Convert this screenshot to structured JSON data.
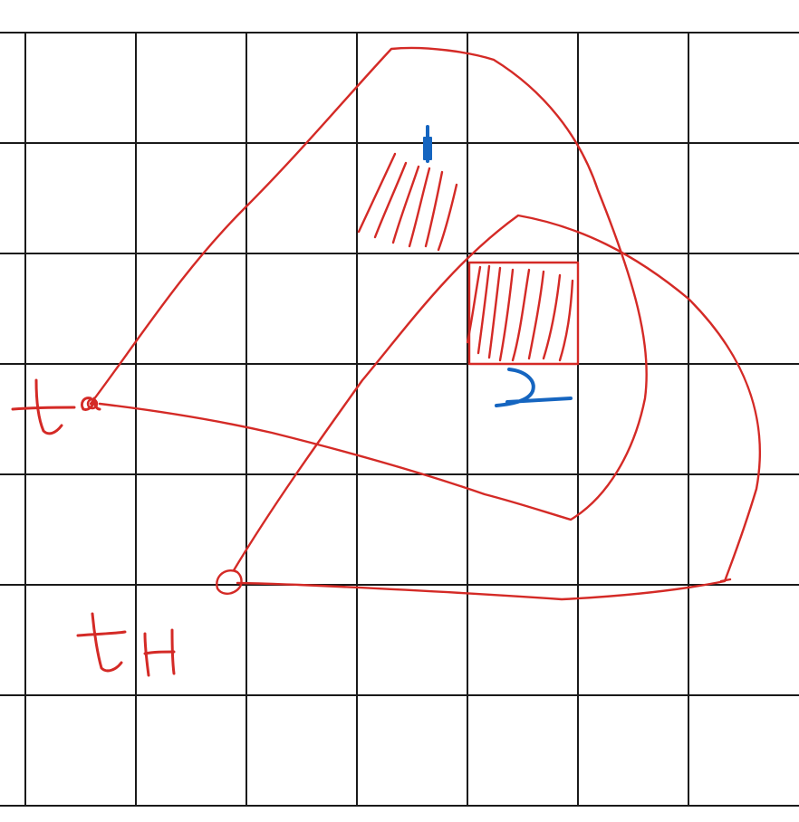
{
  "colors": {
    "grid": "#1a1a1a",
    "red_ink": "#d42a26",
    "blue_ink": "#1565c0",
    "background": "#ffffff"
  },
  "labels": {
    "upper_point": "ta",
    "lower_point": "tH"
  },
  "marks": {
    "blue_tick": "blue-tick-mark",
    "blue_bracket": "blue-bracket-mark"
  }
}
